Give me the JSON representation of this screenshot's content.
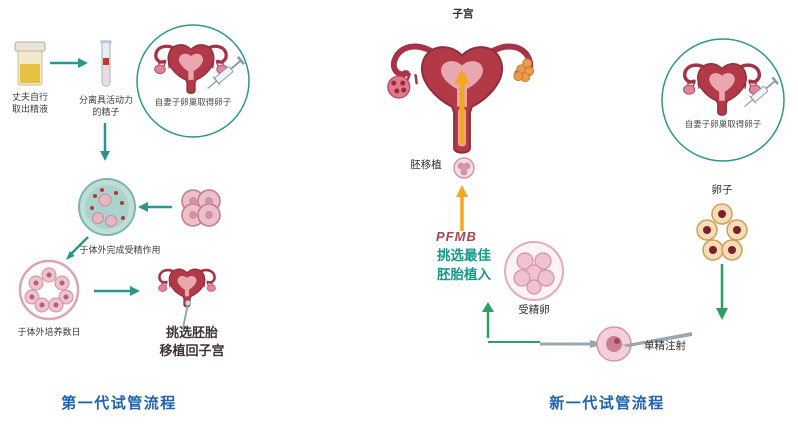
{
  "colors": {
    "teal_arrow": "#2a968c",
    "green_arrow": "#2f9e63",
    "orange_arrow": "#f2a71f",
    "blue_title": "#1e63ae",
    "teal_highlight": "#17998a",
    "uterus_red": "#b23a48",
    "watermark_red": "#9b2433"
  },
  "left_flow": {
    "title": "第一代试管流程",
    "labels": {
      "semen_collection": "丈夫自行\n取出精液",
      "motile_sperm": "分离具活动力\n的精子",
      "egg_retrieval": "自妻子卵巢取得卵子",
      "in_vitro_fertilization": "于体外完成受精作用",
      "in_vitro_culture": "于体外培养数日",
      "embryo_transfer": "挑选胚胎\n移植回子宫"
    }
  },
  "right_flow": {
    "title": "新一代试管流程",
    "labels": {
      "uterus": "子宫",
      "embryo_transfer": "胚移植",
      "select_best_embryo": "挑选最佳\n胚胎植入",
      "fertilized_egg": "受精卵",
      "egg_retrieval": "自妻子卵巢取得卵子",
      "eggs": "卵子",
      "sperm_injection": "单精注射"
    },
    "watermark": "PFMB"
  }
}
